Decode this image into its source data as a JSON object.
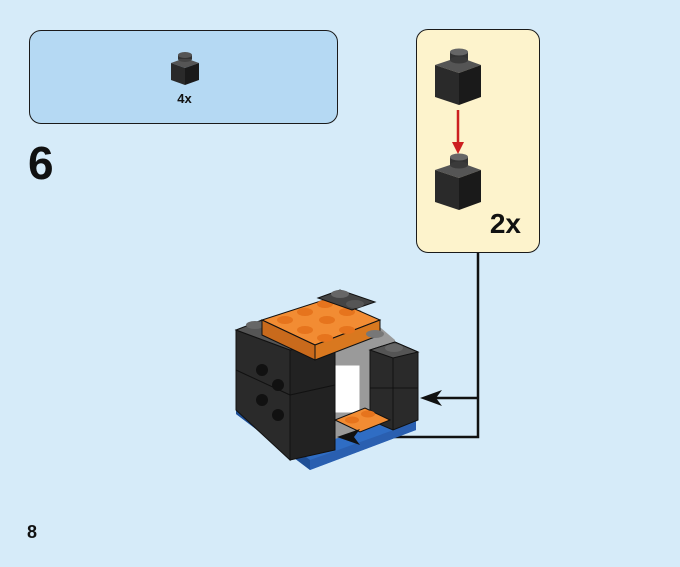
{
  "parts_list": {
    "quantity": "4x",
    "part": "black-1x1-brick-icon"
  },
  "step": {
    "number": "6"
  },
  "subassembly": {
    "quantity": "2x"
  },
  "page": {
    "number": "8"
  },
  "colors": {
    "background": "#d6ebf9",
    "parts_box": "#b5d9f3",
    "subassembly_box": "#fdf3cc",
    "brick_black": "#2a2a2a",
    "brick_orange": "#f28c33",
    "base_blue": "#2f6dc4",
    "arrow_red": "#cc1f1f"
  }
}
